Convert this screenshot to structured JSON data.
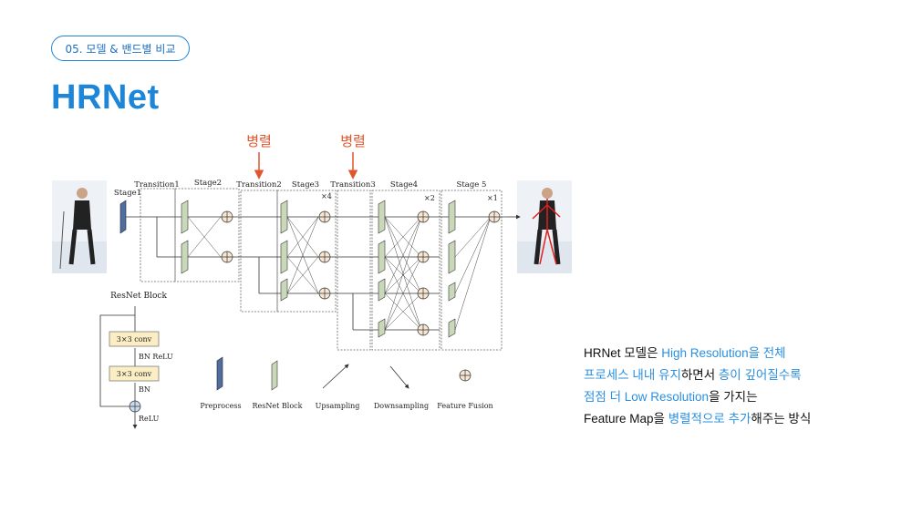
{
  "header": {
    "section_label": "05. 모델 & 밴드별 비교",
    "title": "HRNet"
  },
  "figure": {
    "arrow_labels": [
      "병렬",
      "병렬"
    ],
    "stage_labels": [
      "Stage1",
      "Transition1",
      "Stage2",
      "Transition2",
      "Stage3",
      "Transition3",
      "Stage4",
      "Stage 5"
    ],
    "repeat_marks": [
      "×4",
      "×2",
      "×1"
    ],
    "resnet_block": {
      "title": "ResNet Block",
      "conv1": "3×3 conv",
      "bn_relu": "BN ReLU",
      "conv2": "3×3 conv",
      "bn": "BN",
      "relu": "ReLU"
    },
    "legend": [
      "Preprocess",
      "ResNet Block",
      "Upsampling",
      "Downsampling",
      "Feature Fusion"
    ]
  },
  "description": {
    "lines": [
      [
        {
          "t": "HRNet 모델은 ",
          "h": false
        },
        {
          "t": "High Resolution을 전체",
          "h": true
        }
      ],
      [
        {
          "t": "프로세스 내내 유지",
          "h": true
        },
        {
          "t": "하면서 ",
          "h": false
        },
        {
          "t": "층이 깊어질수록",
          "h": true
        }
      ],
      [
        {
          "t": "점점 더 Low Resolution",
          "h": true
        },
        {
          "t": "을 가지는",
          "h": false
        }
      ],
      [
        {
          "t": "Feature Map을 ",
          "h": false
        },
        {
          "t": "병렬적으로 추가",
          "h": true
        },
        {
          "t": "해주는 방식",
          "h": false
        }
      ]
    ]
  }
}
